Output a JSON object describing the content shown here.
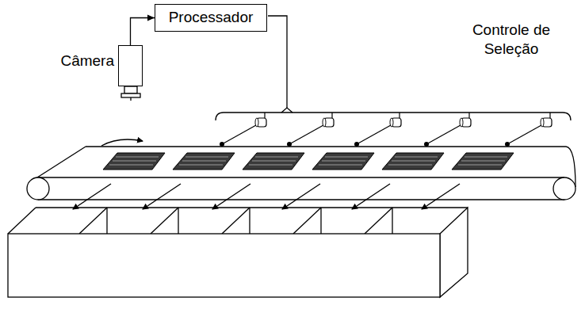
{
  "diagram": {
    "nodes": [
      {
        "text": [
          "Processador"
        ]
      },
      {
        "text": [
          "Câmera"
        ]
      }
    ],
    "edges": [
      {
        "from": 1,
        "to": 0,
        "arrow": "to"
      }
    ],
    "labels": [
      "Controle de Seleção"
    ]
  }
}
